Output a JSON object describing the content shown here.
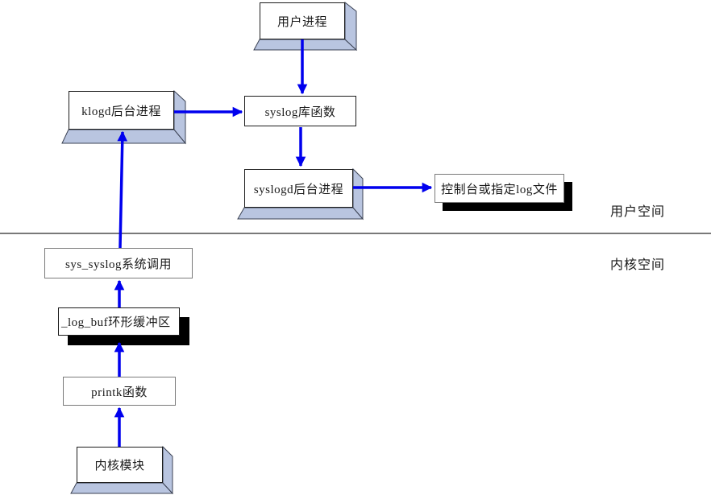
{
  "diagram": {
    "description": "Linux syslog / printk logging architecture flow diagram",
    "regions": {
      "user_space": "用户空间",
      "kernel_space": "内核空间"
    },
    "nodes": {
      "user_process": {
        "label": "用户进程",
        "style": "3d-blue"
      },
      "klogd": {
        "label": "klogd后台进程",
        "style": "3d-blue"
      },
      "syslog_lib": {
        "label": "syslog库函数",
        "style": "plain"
      },
      "syslogd": {
        "label": "syslogd后台进程",
        "style": "3d-blue"
      },
      "console_log": {
        "label": "控制台或指定log文件",
        "style": "black-shadow"
      },
      "sys_syslog": {
        "label": "sys_syslog系统调用",
        "style": "plain"
      },
      "log_buf": {
        "label": "_log_buf环形缓冲区",
        "style": "black-shadow"
      },
      "printk": {
        "label": "printk函数",
        "style": "plain"
      },
      "kernel_module": {
        "label": "内核模块",
        "style": "3d-blue"
      }
    },
    "edges": [
      {
        "from": "user_process",
        "to": "syslog_lib"
      },
      {
        "from": "klogd",
        "to": "syslog_lib"
      },
      {
        "from": "syslog_lib",
        "to": "syslogd"
      },
      {
        "from": "syslogd",
        "to": "console_log"
      },
      {
        "from": "sys_syslog",
        "to": "klogd"
      },
      {
        "from": "log_buf",
        "to": "sys_syslog"
      },
      {
        "from": "printk",
        "to": "log_buf"
      },
      {
        "from": "kernel_module",
        "to": "printk"
      }
    ],
    "colors": {
      "arrow": "#0000ee",
      "band_fill": "#b9c5e0",
      "band_stroke": "#3c4354",
      "shadow": "#000000",
      "divider": "#4d4d4d",
      "box_fill": "#ffffff"
    }
  }
}
